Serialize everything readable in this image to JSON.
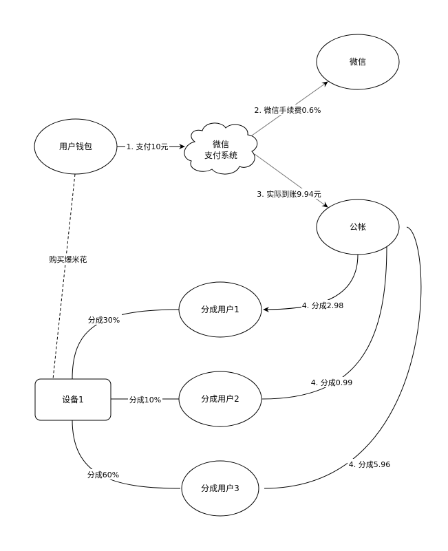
{
  "diagram": {
    "nodes": {
      "wallet": {
        "label": "用户钱包",
        "shape": "ellipse"
      },
      "wechat_pay": {
        "label_line1": "微信",
        "label_line2": "支付系统",
        "shape": "cloud"
      },
      "wechat": {
        "label": "微信",
        "shape": "ellipse"
      },
      "public_account": {
        "label": "公帐",
        "shape": "ellipse"
      },
      "share_user1": {
        "label": "分成用户1",
        "shape": "ellipse"
      },
      "share_user2": {
        "label": "分成用户2",
        "shape": "ellipse"
      },
      "share_user3": {
        "label": "分成用户3",
        "shape": "ellipse"
      },
      "device1": {
        "label": "设备1",
        "shape": "rounded-rect"
      }
    },
    "edges": {
      "pay": {
        "label": "1. 支付10元",
        "from": "用户钱包",
        "to": "微信支付系统",
        "arrow": true
      },
      "fee": {
        "label": "2. 微信手续费0.6%",
        "from": "微信支付系统",
        "to": "微信",
        "arrow": true
      },
      "arrive": {
        "label": "3. 实际到账9.94元",
        "from": "微信支付系统",
        "to": "公帐",
        "arrow": true
      },
      "split1": {
        "label": "4. 分成2.98",
        "from": "公帐",
        "to": "分成用户1",
        "arrow": true
      },
      "split2": {
        "label": "4. 分成0.99",
        "from": "公帐",
        "to": "分成用户2",
        "arrow": false
      },
      "split3": {
        "label": "4. 分成5.96",
        "from": "公帐",
        "to": "分成用户3",
        "arrow": false
      },
      "purchase": {
        "label": "购买爆米花",
        "from": "用户钱包",
        "to": "设备1",
        "style": "dashed"
      },
      "share30": {
        "label": "分成30%",
        "from": "设备1",
        "to": "分成用户1"
      },
      "share10": {
        "label": "分成10%",
        "from": "设备1",
        "to": "分成用户2"
      },
      "share60": {
        "label": "分成60%",
        "from": "设备1",
        "to": "分成用户3"
      }
    }
  }
}
